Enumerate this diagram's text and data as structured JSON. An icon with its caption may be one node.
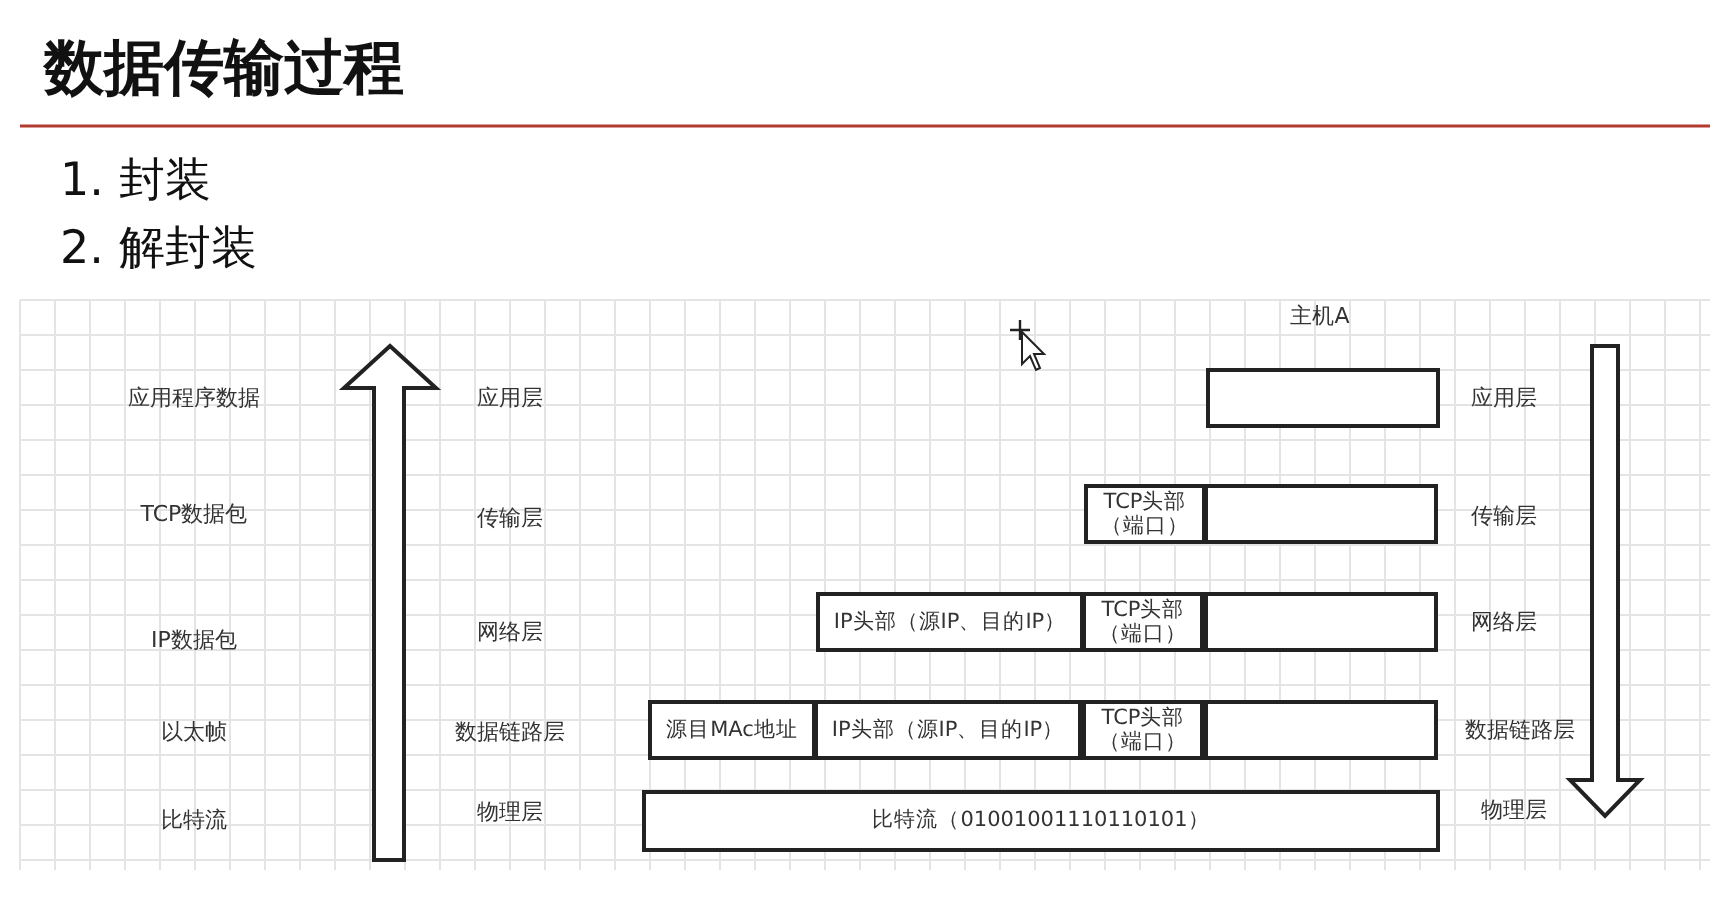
{
  "diagram": {
    "title": "数据传输过程",
    "nodes": [
      {
        "text": [],
        "shape": "box"
      },
      {
        "text": [
          "TCP头部（端口）"
        ]
      },
      {
        "text": [],
        "shape": "box"
      },
      {
        "text": [
          "IP头部（源IP、目的IP）"
        ]
      },
      {
        "text": [
          "TCP头部（端口）"
        ]
      },
      {
        "text": [],
        "shape": "box"
      },
      {
        "text": [
          "源目MAc地址"
        ]
      },
      {
        "text": [
          "IP头部（源IP、目的IP）"
        ]
      },
      {
        "text": [
          "TCP头部（端口）"
        ]
      },
      {
        "text": [],
        "shape": "box"
      },
      {
        "text": [
          "比特流（01001001110110101）"
        ]
      }
    ],
    "edges": [],
    "labels": [
      "1. 封装",
      "2. 解封装",
      "主机A",
      "应用程序数据",
      "应用层",
      "应用层",
      "TCP数据包",
      "传输层",
      "传输层",
      "IP数据包",
      "网络层",
      "网络层",
      "以太帧",
      "数据链路层",
      "数据链路层",
      "比特流",
      "物理层",
      "物理层"
    ]
  }
}
